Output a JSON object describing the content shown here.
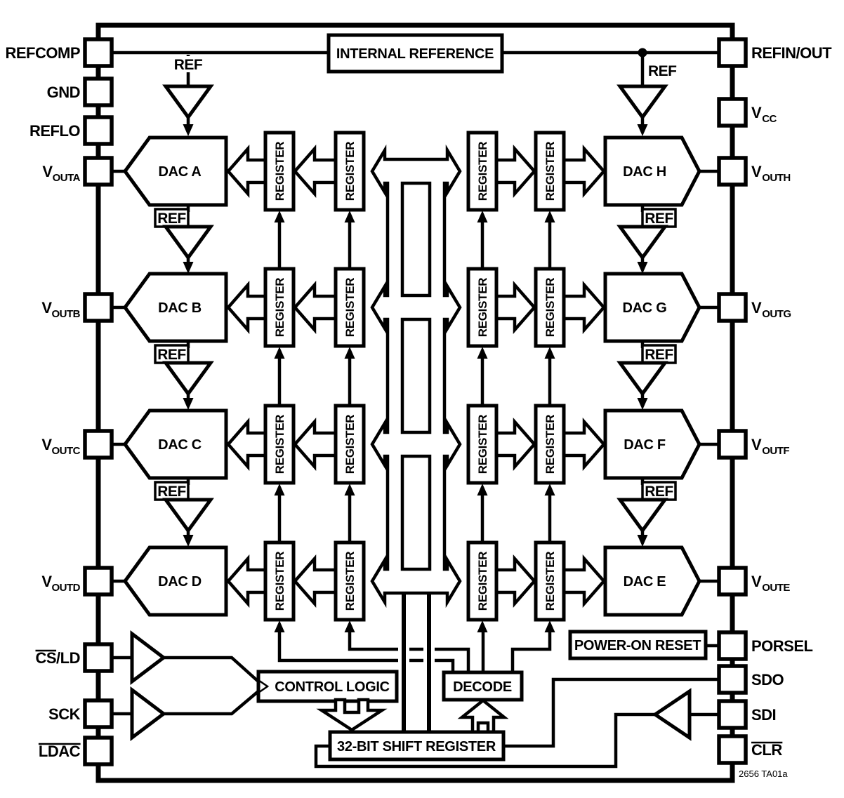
{
  "diagram": {
    "internal_reference": "INTERNAL REFERENCE",
    "control_logic": "CONTROL LOGIC",
    "decode": "DECODE",
    "shift_register": "32-BIT SHIFT REGISTER",
    "power_on_reset": "POWER-ON RESET",
    "register": "REGISTER",
    "ref": "REF",
    "caption": "2656 TA01a"
  },
  "pins": {
    "left": [
      {
        "id": "refcomp",
        "label": "REFCOMP"
      },
      {
        "id": "gnd",
        "label": "GND"
      },
      {
        "id": "reflo",
        "label": "REFLO"
      },
      {
        "id": "vouta",
        "label": "V",
        "sub": "OUTA"
      },
      {
        "id": "voutb",
        "label": "V",
        "sub": "OUTB"
      },
      {
        "id": "voutc",
        "label": "V",
        "sub": "OUTC"
      },
      {
        "id": "voutd",
        "label": "V",
        "sub": "OUTD"
      },
      {
        "id": "cs-ld",
        "label": "CS/LD",
        "overline": "CS"
      },
      {
        "id": "sck",
        "label": "SCK"
      },
      {
        "id": "ldac",
        "label": "LDAC",
        "overline": "LDAC"
      }
    ],
    "right": [
      {
        "id": "refin-out",
        "label": "REFIN/OUT"
      },
      {
        "id": "vcc",
        "label": "V",
        "sub": "CC"
      },
      {
        "id": "vouth",
        "label": "V",
        "sub": "OUTH"
      },
      {
        "id": "voutg",
        "label": "V",
        "sub": "OUTG"
      },
      {
        "id": "voutf",
        "label": "V",
        "sub": "OUTF"
      },
      {
        "id": "voute",
        "label": "V",
        "sub": "OUTE"
      },
      {
        "id": "porsel",
        "label": "PORSEL"
      },
      {
        "id": "sdo",
        "label": "SDO"
      },
      {
        "id": "sdi",
        "label": "SDI"
      },
      {
        "id": "clr",
        "label": "CLR",
        "overline": "CLR"
      }
    ]
  },
  "dacs": {
    "left": [
      "DAC A",
      "DAC B",
      "DAC C",
      "DAC D"
    ],
    "right": [
      "DAC H",
      "DAC G",
      "DAC F",
      "DAC E"
    ]
  },
  "colors": {
    "line": "#000000",
    "background": "#ffffff"
  }
}
